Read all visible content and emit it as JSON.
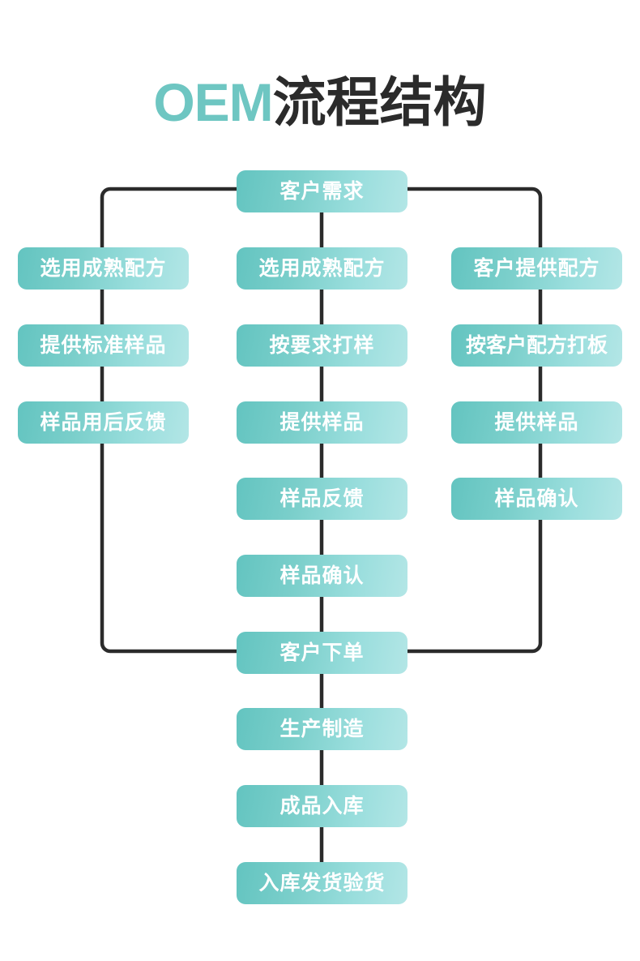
{
  "title": {
    "prefix": "OEM",
    "suffix": "流程结构",
    "prefix_color": "#6ec6c2",
    "suffix_color": "#2b2b2b"
  },
  "theme": {
    "node_gradient_start": "#63c4c0",
    "node_gradient_end": "#b3e6e6",
    "node_text_color": "#ffffff",
    "wire_color": "#2b2b2b",
    "background": "#ffffff"
  },
  "flow": {
    "root": {
      "label": "客户需求"
    },
    "branches": [
      {
        "name": "left-branch",
        "steps": [
          {
            "label": "选用成熟配方"
          },
          {
            "label": "提供标准样品"
          },
          {
            "label": "样品用后反馈"
          }
        ]
      },
      {
        "name": "middle-branch",
        "steps": [
          {
            "label": "选用成熟配方"
          },
          {
            "label": "按要求打样"
          },
          {
            "label": "提供样品"
          },
          {
            "label": "样品反馈"
          },
          {
            "label": "样品确认"
          }
        ]
      },
      {
        "name": "right-branch",
        "steps": [
          {
            "label": "客户提供配方"
          },
          {
            "label": "按客户配方打板"
          },
          {
            "label": "提供样品"
          },
          {
            "label": "样品确认"
          }
        ]
      }
    ],
    "merge": {
      "label": "客户下单"
    },
    "tail": [
      {
        "label": "生产制造"
      },
      {
        "label": "成品入库"
      },
      {
        "label": "入库发货验货"
      }
    ]
  }
}
